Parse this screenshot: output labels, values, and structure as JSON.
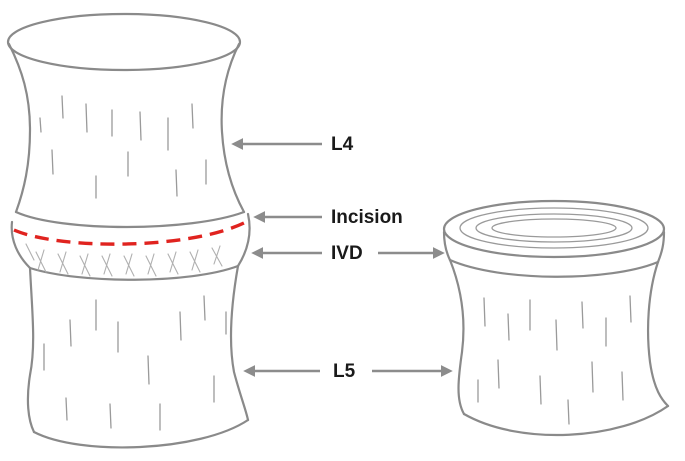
{
  "labels": {
    "l4": "L4",
    "incision": "Incision",
    "ivd": "IVD",
    "l5": "L5"
  },
  "colors": {
    "outline": "#8a8a8a",
    "incision": "#e0231f",
    "arrow": "#8c8c8c",
    "text": "#1a1a1a"
  }
}
